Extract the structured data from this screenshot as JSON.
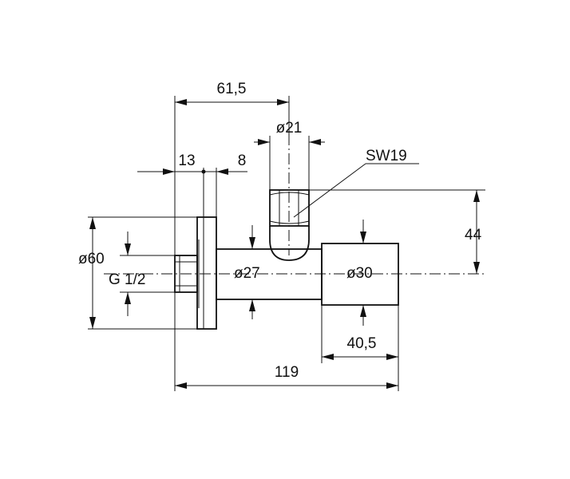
{
  "dimensions": {
    "overall_length": "119",
    "connection_offset": "61,5",
    "outlet_diameter": "ø21",
    "flange_thickness": "13",
    "inlet_length": "8",
    "wrench_size": "SW19",
    "flange_diameter": "ø60",
    "inlet_thread": "G 1/2",
    "body_diameter": "ø27",
    "knob_diameter": "ø30",
    "outlet_height": "44",
    "knob_length": "40,5"
  }
}
